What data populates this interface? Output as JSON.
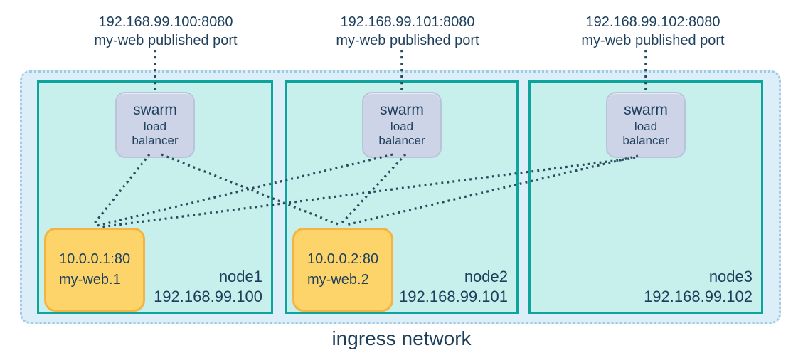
{
  "colors": {
    "text": "#1e3f5c",
    "ingress-bg": "#dceef8",
    "ingress-border": "#9fc9e6",
    "node-bg": "#c7efec",
    "node-border": "#0da49c",
    "lb-bg": "#cdd4e7",
    "lb-border": "#b9c3da",
    "task-bg": "#fdd46a",
    "task-border": "#f5b442",
    "link": "#2b4a5e"
  },
  "published_ports": [
    {
      "address": "192.168.99.100:8080",
      "caption": "my-web published port"
    },
    {
      "address": "192.168.99.101:8080",
      "caption": "my-web published port"
    },
    {
      "address": "192.168.99.102:8080",
      "caption": "my-web published port"
    }
  ],
  "load_balancer": {
    "line1": "swarm",
    "line2": "load",
    "line3": "balancer"
  },
  "nodes": [
    {
      "name": "node1",
      "ip": "192.168.99.100",
      "task": {
        "address": "10.0.0.1:80",
        "name": "my-web.1"
      }
    },
    {
      "name": "node2",
      "ip": "192.168.99.101",
      "task": {
        "address": "10.0.0.2:80",
        "name": "my-web.2"
      }
    },
    {
      "name": "node3",
      "ip": "192.168.99.102"
    }
  ],
  "network": {
    "label": "ingress network"
  }
}
